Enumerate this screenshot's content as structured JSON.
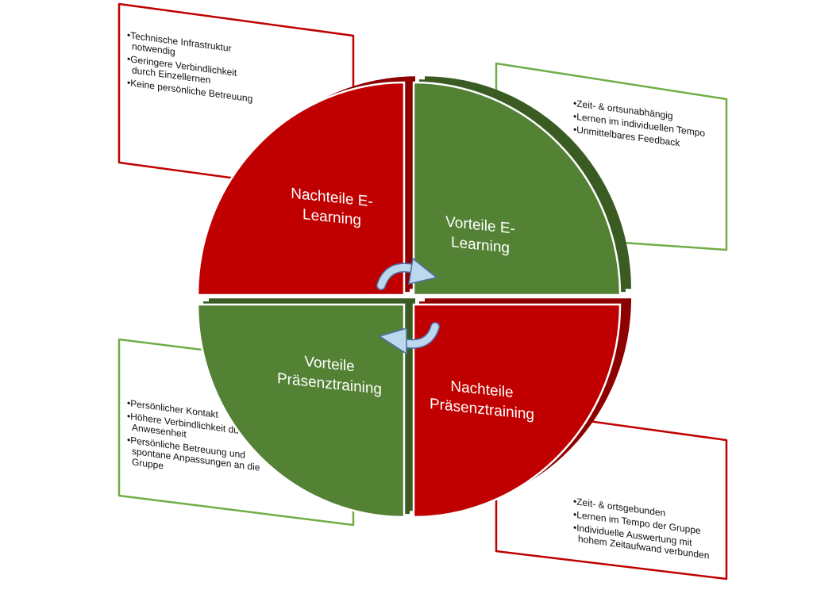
{
  "colors": {
    "red": "#c00000",
    "red_dark": "#8e0000",
    "green": "#548235",
    "green_dark": "#3a5c23",
    "box_red_border": "#c00000",
    "box_green_border": "#70ad47",
    "arrow_fill": "#bdd7ee",
    "arrow_stroke": "#4a6fa5"
  },
  "quadrants": {
    "top_left": {
      "label_lines": [
        "Nachteile E-",
        "Learning"
      ],
      "color": "red"
    },
    "top_right": {
      "label_lines": [
        "Vorteile E-",
        "Learning"
      ],
      "color": "green"
    },
    "bottom_left": {
      "label_lines": [
        "Vorteile",
        "Präsenztraining"
      ],
      "color": "green"
    },
    "bottom_right": {
      "label_lines": [
        "Nachteile",
        "Präsenztraining"
      ],
      "color": "red"
    }
  },
  "boxes": {
    "top_left": {
      "border": "box_red_border",
      "items": [
        [
          "Technische Infrastruktur",
          "notwendig"
        ],
        [
          "Geringere Verbindlichkeit",
          "durch Einzellernen"
        ],
        [
          "Keine persönliche Betreuung"
        ]
      ]
    },
    "top_right": {
      "border": "box_green_border",
      "items": [
        [
          "Zeit- & ortsunabhängig"
        ],
        [
          "Lernen im individuellen Tempo"
        ],
        [
          "Unmittelbares Feedback"
        ]
      ]
    },
    "bottom_left": {
      "border": "box_green_border",
      "items": [
        [
          "Persönlicher Kontakt"
        ],
        [
          "Höhere Verbindlichkeit durch",
          "Anwesenheit"
        ],
        [
          "Persönliche Betreuung und",
          "spontane Anpassungen an die",
          "Gruppe"
        ]
      ]
    },
    "bottom_right": {
      "border": "box_red_border",
      "items": [
        [
          "Zeit- & ortsgebunden"
        ],
        [
          "Lernen im Tempo der Gruppe"
        ],
        [
          "Individuelle Auswertung mit",
          "hohem Zeitaufwand verbunden"
        ]
      ]
    }
  }
}
